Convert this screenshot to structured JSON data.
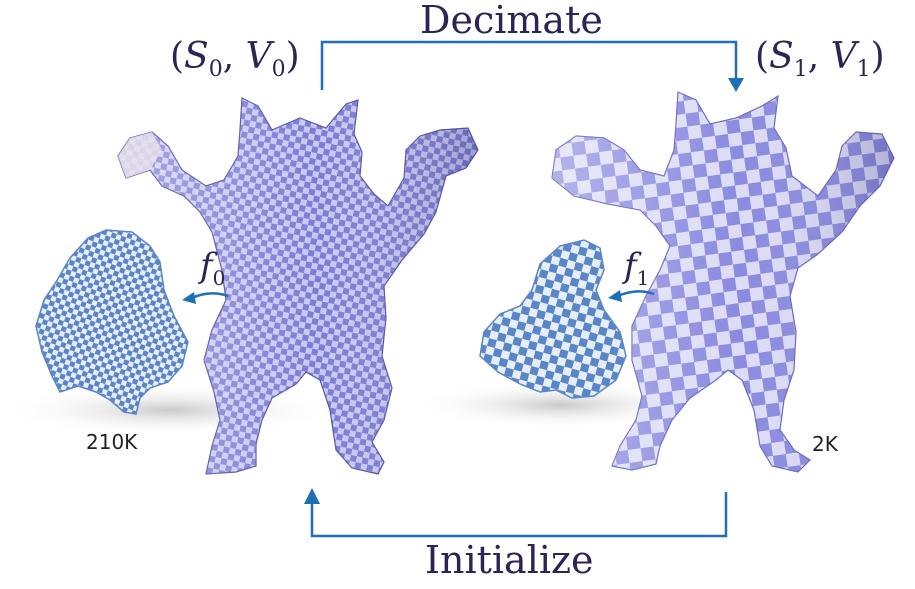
{
  "labels": {
    "decimate": "Decimate",
    "initialize": "Initialize",
    "left_pair": {
      "S": "S",
      "S_sub": "0",
      "V": "V",
      "V_sub": "0"
    },
    "right_pair": {
      "S": "S",
      "S_sub": "1",
      "V": "V",
      "V_sub": "1"
    },
    "f0": {
      "f": "f",
      "sub": "0"
    },
    "f1": {
      "f": "f",
      "sub": "1"
    },
    "left_count": "210K",
    "right_count": "2K"
  },
  "colors": {
    "arrow": "#1f6fb4",
    "text": "#2a2555",
    "mesh_body": "#8f8fe0",
    "mesh_light": "#d6d6f2",
    "uv_blue": "#5a86c8"
  },
  "icons": [
    "armadillo-highres-mesh",
    "armadillo-lowres-mesh",
    "uv-map-highres",
    "uv-map-lowres"
  ]
}
